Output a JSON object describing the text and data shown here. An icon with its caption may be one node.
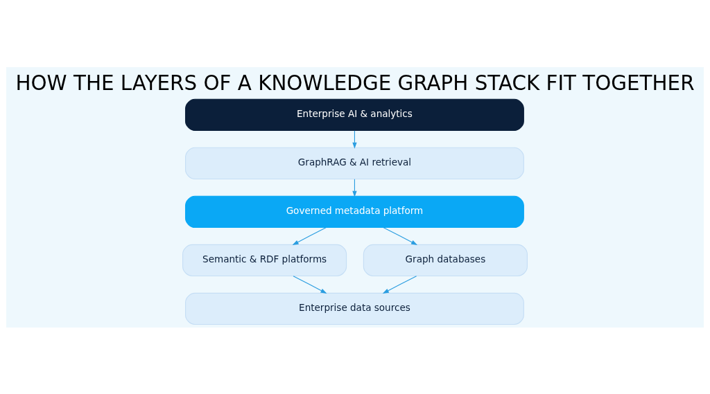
{
  "diagram": {
    "title": "HOW THE LAYERS OF A KNOWLEDGE GRAPH STACK FIT TOGETHER",
    "nodes": [
      {
        "text": [
          "Enterprise AI & analytics"
        ]
      },
      {
        "text": [
          "GraphRAG & AI retrieval"
        ]
      },
      {
        "text": [
          "Governed metadata platform"
        ]
      },
      {
        "text": [
          "Semantic & RDF platforms"
        ]
      },
      {
        "text": [
          "Graph databases"
        ]
      },
      {
        "text": [
          "Enterprise data sources"
        ]
      }
    ],
    "edges": [
      {
        "from": 0,
        "to": 1,
        "arrow": "to"
      },
      {
        "from": 1,
        "to": 2,
        "arrow": "to"
      },
      {
        "from": 2,
        "to": 3,
        "arrow": "to"
      },
      {
        "from": 2,
        "to": 4,
        "arrow": "to"
      },
      {
        "from": 3,
        "to": 5,
        "arrow": "to"
      },
      {
        "from": 4,
        "to": 5,
        "arrow": "to"
      }
    ]
  }
}
